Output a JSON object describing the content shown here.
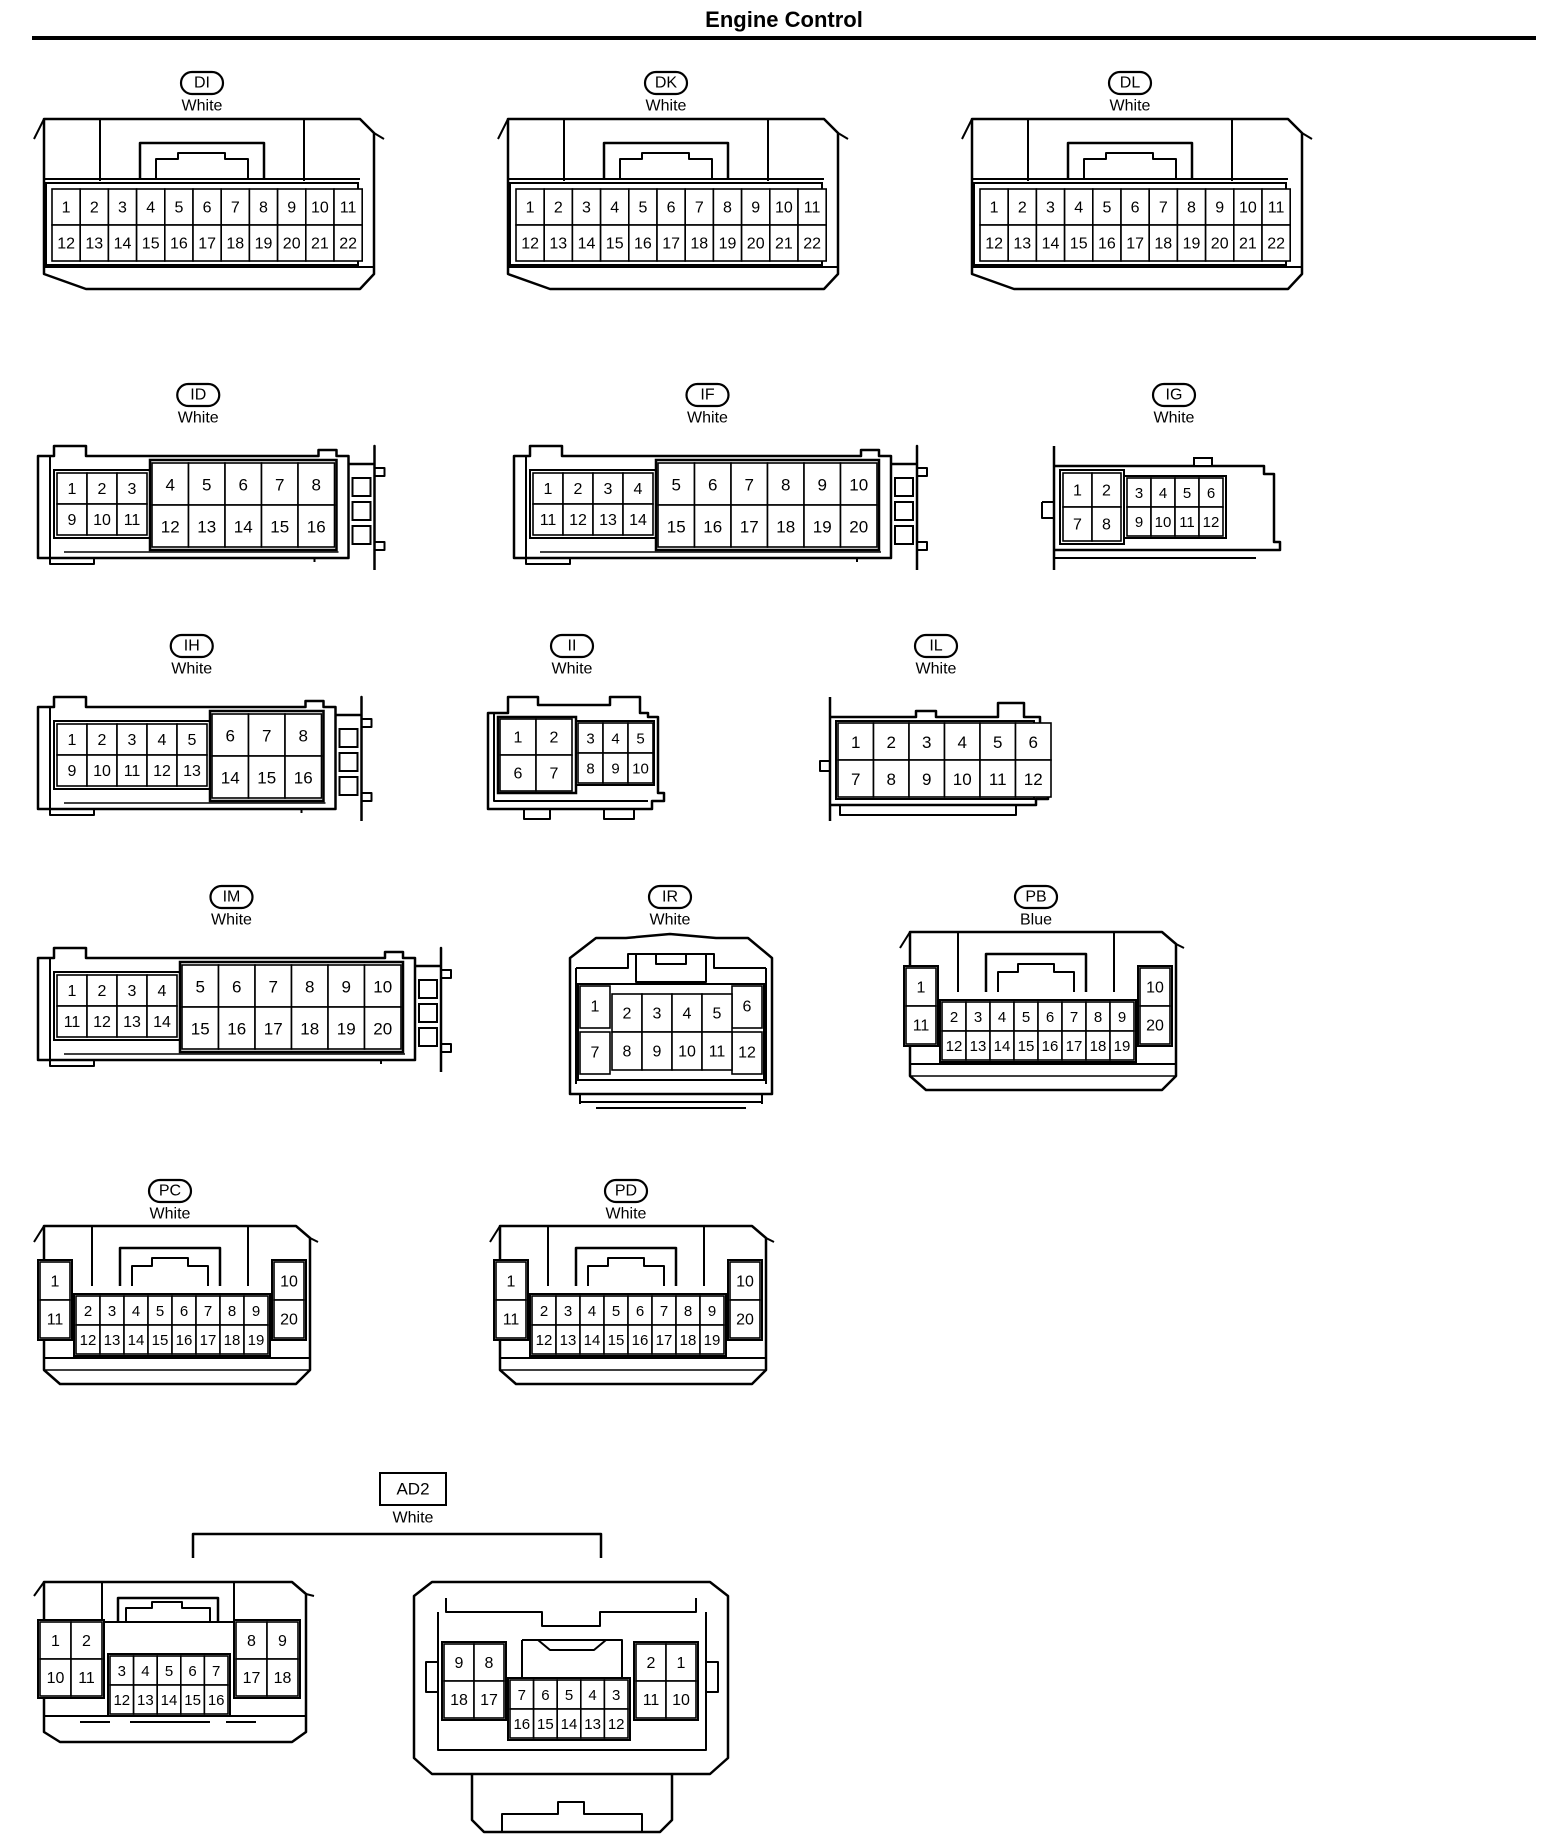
{
  "page_title": "Engine Control",
  "connectors": [
    {
      "id": "DI",
      "color": "White",
      "type": "A",
      "rows": [
        [
          "1",
          "2",
          "3",
          "4",
          "5",
          "6",
          "7",
          "8",
          "9",
          "10",
          "11"
        ],
        [
          "12",
          "13",
          "14",
          "15",
          "16",
          "17",
          "18",
          "19",
          "20",
          "21",
          "22"
        ]
      ]
    },
    {
      "id": "DK",
      "color": "White",
      "type": "A",
      "rows": [
        [
          "1",
          "2",
          "3",
          "4",
          "5",
          "6",
          "7",
          "8",
          "9",
          "10",
          "11"
        ],
        [
          "12",
          "13",
          "14",
          "15",
          "16",
          "17",
          "18",
          "19",
          "20",
          "21",
          "22"
        ]
      ]
    },
    {
      "id": "DL",
      "color": "White",
      "type": "A",
      "rows": [
        [
          "1",
          "2",
          "3",
          "4",
          "5",
          "6",
          "7",
          "8",
          "9",
          "10",
          "11"
        ],
        [
          "12",
          "13",
          "14",
          "15",
          "16",
          "17",
          "18",
          "19",
          "20",
          "21",
          "22"
        ]
      ]
    },
    {
      "id": "ID",
      "color": "White",
      "type": "B",
      "small": [
        [
          "1",
          "2",
          "3"
        ],
        [
          "9",
          "10",
          "11"
        ]
      ],
      "large": [
        [
          "4",
          "5",
          "6",
          "7",
          "8"
        ],
        [
          "12",
          "13",
          "14",
          "15",
          "16"
        ]
      ]
    },
    {
      "id": "IF",
      "color": "White",
      "type": "B",
      "small": [
        [
          "1",
          "2",
          "3",
          "4"
        ],
        [
          "11",
          "12",
          "13",
          "14"
        ]
      ],
      "large": [
        [
          "5",
          "6",
          "7",
          "8",
          "9",
          "10"
        ],
        [
          "15",
          "16",
          "17",
          "18",
          "19",
          "20"
        ]
      ]
    },
    {
      "id": "IG",
      "color": "White",
      "type": "C",
      "large": [
        [
          "1",
          "2"
        ],
        [
          "7",
          "8"
        ]
      ],
      "small": [
        [
          "3",
          "4",
          "5",
          "6"
        ],
        [
          "9",
          "10",
          "11",
          "12"
        ]
      ]
    },
    {
      "id": "IH",
      "color": "White",
      "type": "B",
      "small": [
        [
          "1",
          "2",
          "3",
          "4",
          "5"
        ],
        [
          "9",
          "10",
          "11",
          "12",
          "13"
        ]
      ],
      "large": [
        [
          "6",
          "7",
          "8"
        ],
        [
          "14",
          "15",
          "16"
        ]
      ]
    },
    {
      "id": "II",
      "color": "White",
      "type": "C",
      "large": [
        [
          "1",
          "2"
        ],
        [
          "6",
          "7"
        ]
      ],
      "small": [
        [
          "3",
          "4",
          "5"
        ],
        [
          "8",
          "9",
          "10"
        ]
      ]
    },
    {
      "id": "IL",
      "color": "White",
      "type": "D",
      "rows": [
        [
          "1",
          "2",
          "3",
          "4",
          "5",
          "6"
        ],
        [
          "7",
          "8",
          "9",
          "10",
          "11",
          "12"
        ]
      ]
    },
    {
      "id": "IM",
      "color": "White",
      "type": "B",
      "small": [
        [
          "1",
          "2",
          "3",
          "4"
        ],
        [
          "11",
          "12",
          "13",
          "14"
        ]
      ],
      "large": [
        [
          "5",
          "6",
          "7",
          "8",
          "9",
          "10"
        ],
        [
          "15",
          "16",
          "17",
          "18",
          "19",
          "20"
        ]
      ]
    },
    {
      "id": "IR",
      "color": "White",
      "type": "E",
      "rows": [
        [
          "1",
          "2",
          "3",
          "4",
          "5",
          "6"
        ],
        [
          "7",
          "8",
          "9",
          "10",
          "11",
          "12"
        ]
      ]
    },
    {
      "id": "PB",
      "color": "Blue",
      "type": "F",
      "left": [
        "1",
        "11"
      ],
      "right": [
        "10",
        "20"
      ],
      "rows": [
        [
          "2",
          "3",
          "4",
          "5",
          "6",
          "7",
          "8",
          "9"
        ],
        [
          "12",
          "13",
          "14",
          "15",
          "16",
          "17",
          "18",
          "19"
        ]
      ]
    },
    {
      "id": "PC",
      "color": "White",
      "type": "F",
      "left": [
        "1",
        "11"
      ],
      "right": [
        "10",
        "20"
      ],
      "rows": [
        [
          "2",
          "3",
          "4",
          "5",
          "6",
          "7",
          "8",
          "9"
        ],
        [
          "12",
          "13",
          "14",
          "15",
          "16",
          "17",
          "18",
          "19"
        ]
      ]
    },
    {
      "id": "PD",
      "color": "White",
      "type": "F",
      "left": [
        "1",
        "11"
      ],
      "right": [
        "10",
        "20"
      ],
      "rows": [
        [
          "2",
          "3",
          "4",
          "5",
          "6",
          "7",
          "8",
          "9"
        ],
        [
          "12",
          "13",
          "14",
          "15",
          "16",
          "17",
          "18",
          "19"
        ]
      ]
    }
  ],
  "ad2": {
    "id": "AD2",
    "color": "White",
    "male": {
      "left": [
        [
          "1",
          "2"
        ],
        [
          "10",
          "11"
        ]
      ],
      "mid": [
        [
          "3",
          "4",
          "5",
          "6",
          "7"
        ],
        [
          "12",
          "13",
          "14",
          "15",
          "16"
        ]
      ],
      "right": [
        [
          "8",
          "9"
        ],
        [
          "17",
          "18"
        ]
      ]
    },
    "female": {
      "left": [
        [
          "9",
          "8"
        ],
        [
          "18",
          "17"
        ]
      ],
      "mid": [
        [
          "7",
          "6",
          "5",
          "4",
          "3"
        ],
        [
          "16",
          "15",
          "14",
          "13",
          "12"
        ]
      ],
      "right": [
        [
          "2",
          "1"
        ],
        [
          "11",
          "10"
        ]
      ]
    }
  }
}
